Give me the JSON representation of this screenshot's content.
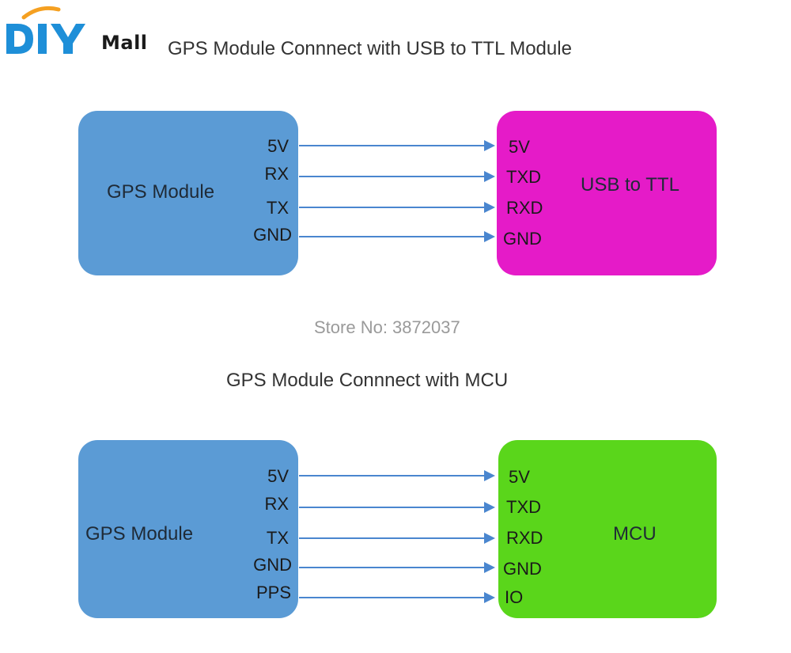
{
  "logo": {
    "brand": "DIY",
    "suffix": "Mall"
  },
  "diagram1": {
    "title": "GPS Module Connnect with USB to TTL Module",
    "left_box": {
      "label": "GPS Module",
      "color": "#5b9bd5"
    },
    "right_box": {
      "label": "USB to TTL",
      "color": "#e51bc8"
    },
    "left_pins": [
      "5V",
      "RX",
      "TX",
      "GND"
    ],
    "right_pins": [
      "5V",
      "TXD",
      "RXD",
      "GND"
    ]
  },
  "store_label": "Store No: 3872037",
  "diagram2": {
    "title": "GPS Module Connnect with MCU",
    "left_box": {
      "label": "GPS Module",
      "color": "#5b9bd5"
    },
    "right_box": {
      "label": "MCU",
      "color": "#5ad61b"
    },
    "left_pins": [
      "5V",
      "RX",
      "TX",
      "GND",
      "PPS"
    ],
    "right_pins": [
      "5V",
      "TXD",
      "RXD",
      "GND",
      "IO"
    ]
  },
  "colors": {
    "wire": "#4a86cf",
    "logo_orange": "#f5a021",
    "logo_blue": "#1e8fd8"
  }
}
